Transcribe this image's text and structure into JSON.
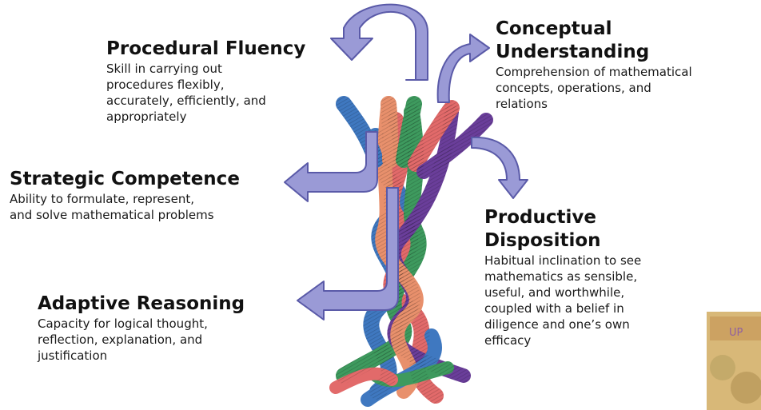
{
  "colors": {
    "arrow_fill": "#9a9ad6",
    "arrow_stroke": "#5a5aa8",
    "strand_blue": "#3f78c0",
    "strand_pink": "#e26a6a",
    "strand_green": "#3e9a5e",
    "strand_purple": "#6a3e9a",
    "strand_orange": "#e8906c"
  },
  "strands": {
    "procedural_fluency": {
      "title": "Procedural Fluency",
      "description": "Skill in carrying out\nprocedures flexibly,\naccurately, efficiently, and\nappropriately"
    },
    "conceptual_understanding": {
      "title": "Conceptual\nUnderstanding",
      "description": "Comprehension of mathematical\nconcepts, operations, and\nrelations"
    },
    "strategic_competence": {
      "title": "Strategic Competence",
      "description": "Ability to formulate, represent,\nand solve mathematical problems"
    },
    "productive_disposition": {
      "title": "Productive\nDisposition",
      "description": "Habitual inclination to see\nmathematics as sensible,\nuseful, and worthwhile,\ncoupled with a belief in\ndiligence and one’s own\nefficacy"
    },
    "adaptive_reasoning": {
      "title": "Adaptive Reasoning",
      "description": "Capacity for logical thought,\nreflection, explanation, and\njustification"
    }
  },
  "icons": [
    "curved-arrow-icon",
    "straight-arrow-icon",
    "braided-rope-image",
    "book-cover-image"
  ],
  "book_cover": {
    "text": "UP"
  }
}
